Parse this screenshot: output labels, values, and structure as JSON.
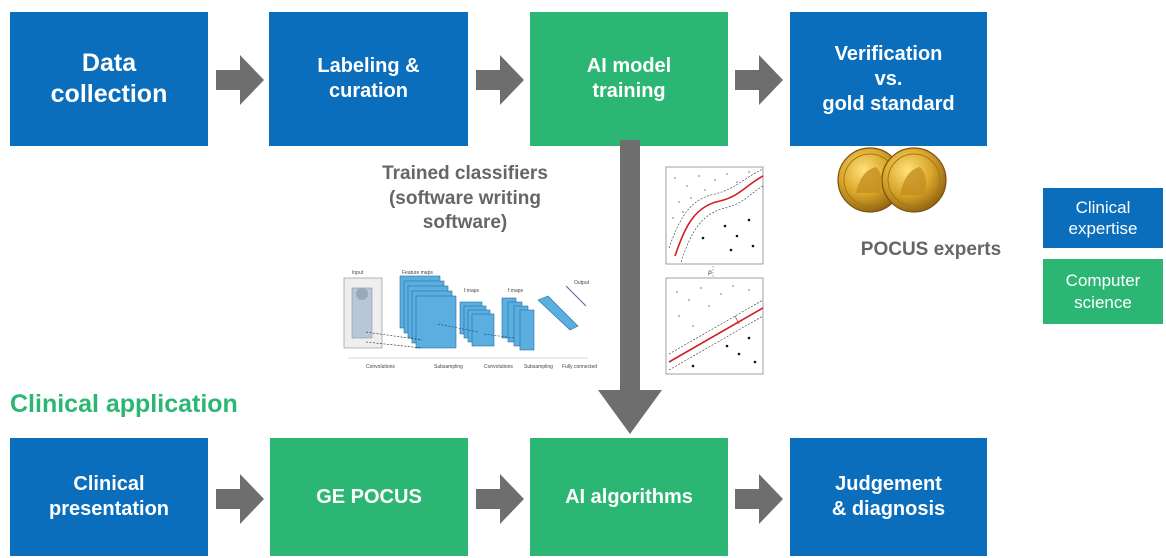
{
  "colors": {
    "blue": "#0a6ebd",
    "green": "#2bb673",
    "arrow": "#6e6e6e",
    "label": "#666666"
  },
  "top_row": {
    "data_collection": "Data\ncollection",
    "labeling": "Labeling &\ncuration",
    "model_training": "AI model\ntraining",
    "verification": "Verification\nvs.\ngold standard"
  },
  "middle": {
    "trained_classifiers": "Trained classifiers\n(software writing\nsoftware)",
    "pocus_experts": "POCUS experts"
  },
  "cnn_figure": {
    "input": "Input",
    "feature_maps": "Feature maps",
    "f_maps_1": "f.maps",
    "f_maps_2": "f.maps",
    "output": "Output",
    "convolutions_1": "Convolutions",
    "subsampling_1": "Subsampling",
    "convolutions_2": "Convolutions",
    "subsampling_2": "Subsampling",
    "fully_connected": "Fully connected"
  },
  "svm_figure": {
    "rho": "ρ"
  },
  "legend": {
    "clinical_expertise": "Clinical\nexpertise",
    "computer_science": "Computer\nscience"
  },
  "section_title": "Clinical application",
  "bottom_row": {
    "clinical_presentation": "Clinical\npresentation",
    "ge_pocus": "GE POCUS",
    "ai_algorithms": "AI algorithms",
    "judgement": "Judgement\n& diagnosis"
  }
}
